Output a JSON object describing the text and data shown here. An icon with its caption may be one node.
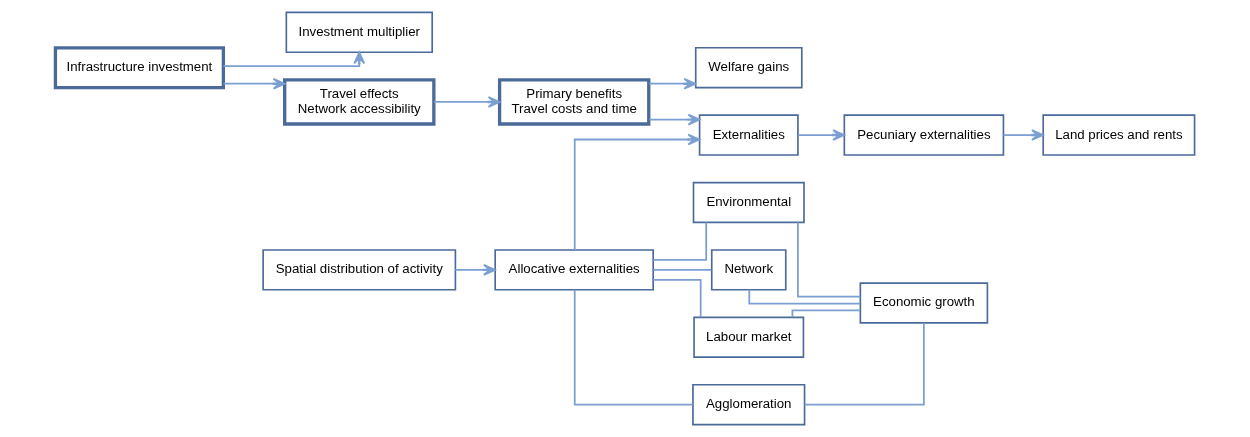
{
  "diagram": {
    "nodes": [
      {
        "text": [
          "Infrastructure investment"
        ]
      },
      {
        "text": [
          "Investment multiplier"
        ]
      },
      {
        "text": [
          "Travel effects",
          "Network accessibility"
        ]
      },
      {
        "text": [
          "Primary benefits",
          "Travel costs and time"
        ]
      },
      {
        "text": [
          "Welfare gains"
        ]
      },
      {
        "text": [
          "Externalities"
        ]
      },
      {
        "text": [
          "Pecuniary externalities"
        ]
      },
      {
        "text": [
          "Land prices and rents"
        ]
      },
      {
        "text": [
          "Allocative externalities"
        ]
      },
      {
        "text": [
          "Spatial distribution of activity"
        ]
      },
      {
        "text": [
          "Environmental"
        ]
      },
      {
        "text": [
          "Network"
        ]
      },
      {
        "text": [
          "Labour market"
        ]
      },
      {
        "text": [
          "Agglomeration"
        ]
      },
      {
        "text": [
          "Economic growth"
        ]
      }
    ],
    "edges": [
      {
        "from": 0,
        "to": 1,
        "arrow": "to"
      },
      {
        "from": 0,
        "to": 2,
        "arrow": "to"
      },
      {
        "from": 2,
        "to": 3,
        "arrow": "to"
      },
      {
        "from": 3,
        "to": 4,
        "arrow": "to"
      },
      {
        "from": 3,
        "to": 5,
        "arrow": "to"
      },
      {
        "from": 5,
        "to": 6,
        "arrow": "to"
      },
      {
        "from": 6,
        "to": 7,
        "arrow": "to"
      },
      {
        "from": 8,
        "to": 5,
        "arrow": "to"
      },
      {
        "from": 9,
        "to": 8,
        "arrow": "to"
      },
      {
        "from": 8,
        "to": 10,
        "arrow": "none"
      },
      {
        "from": 8,
        "to": 11,
        "arrow": "none"
      },
      {
        "from": 8,
        "to": 12,
        "arrow": "none"
      },
      {
        "from": 8,
        "to": 13,
        "arrow": "none"
      },
      {
        "from": 10,
        "to": 14,
        "arrow": "none"
      },
      {
        "from": 11,
        "to": 14,
        "arrow": "none"
      },
      {
        "from": 12,
        "to": 14,
        "arrow": "none"
      },
      {
        "from": 13,
        "to": 14,
        "arrow": "none"
      }
    ]
  }
}
